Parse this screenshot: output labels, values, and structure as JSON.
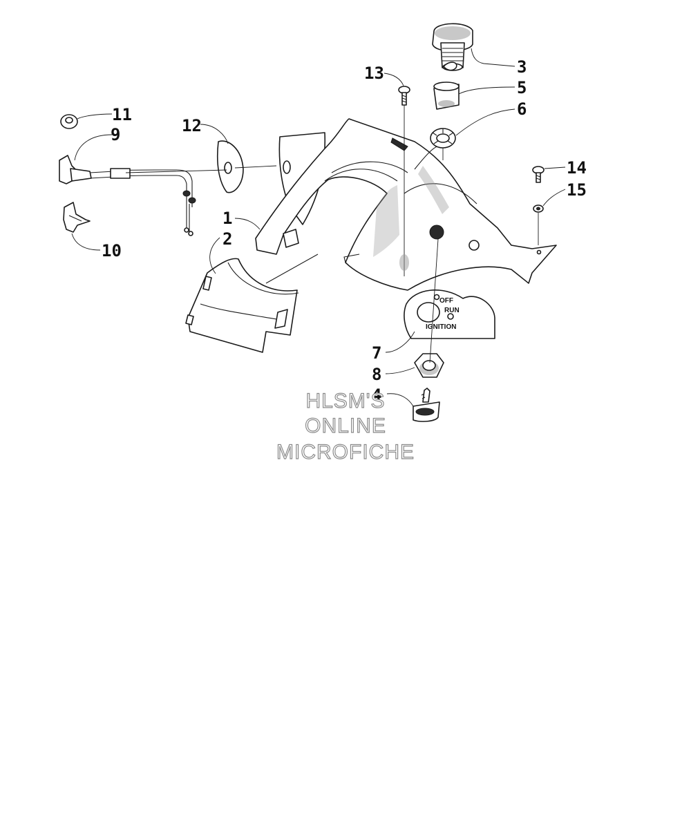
{
  "diagram": {
    "callouts": [
      {
        "id": "1",
        "label": "1"
      },
      {
        "id": "2",
        "label": "2"
      },
      {
        "id": "3",
        "label": "3"
      },
      {
        "id": "4",
        "label": "4"
      },
      {
        "id": "5",
        "label": "5"
      },
      {
        "id": "6",
        "label": "6"
      },
      {
        "id": "7",
        "label": "7"
      },
      {
        "id": "8",
        "label": "8"
      },
      {
        "id": "9",
        "label": "9"
      },
      {
        "id": "10",
        "label": "10"
      },
      {
        "id": "11",
        "label": "11"
      },
      {
        "id": "12",
        "label": "12"
      },
      {
        "id": "13",
        "label": "13"
      },
      {
        "id": "14",
        "label": "14"
      },
      {
        "id": "15",
        "label": "15"
      }
    ],
    "plate": {
      "off": "OFF",
      "run": "RUN",
      "ignition": "IGNITION"
    },
    "watermark": {
      "line1": "HLSM'S",
      "line2": "ONLINE",
      "line3": "MICROFICHE"
    }
  }
}
